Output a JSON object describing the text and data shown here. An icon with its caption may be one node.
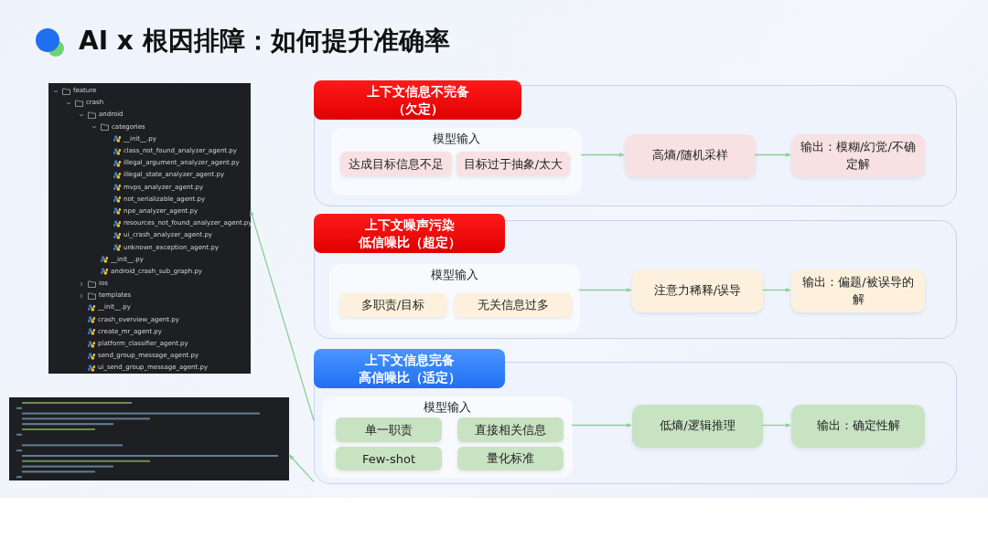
{
  "diagram": {
    "title": "AI x 根因排障：如何提升准确率",
    "nodes": [
      {
        "text": [
          "feature",
          "crash",
          "android",
          "categories",
          "__init__.py",
          "class_not_found_analyzer_agent.py",
          "illegal_argument_analyzer_agent.py",
          "illegal_state_analyzer_agent.py",
          "mvps_analyzer_agent.py",
          "not_serializable_agent.py",
          "npe_analyzer_agent.py",
          "resources_not_found_analyzer_agent.py",
          "ui_crash_analyzer_agent.py",
          "unknown_exception_agent.py",
          "__init__.py",
          "android_crash_sub_graph.py",
          "ios",
          "templates",
          "__init__.py",
          "crash_overview_agent.py",
          "create_mr_agent.py",
          "platform_classifier_agent.py",
          "send_group_message_agent.py",
          "ui_send_group_message_agent.py"
        ]
      },
      {
        "text": [],
        "shape": "picture"
      },
      {
        "text": [],
        "shape": "box"
      },
      {
        "text": [
          "上下文信息不完备",
          "（欠定）"
        ]
      },
      {
        "text": [
          "模型输入"
        ],
        "in": 2
      },
      {
        "text": [
          "达成目标信息不足"
        ],
        "in": 4
      },
      {
        "text": [
          "目标过于抽象/太大"
        ],
        "in": 4
      },
      {
        "text": [
          "高熵/随机采样"
        ],
        "in": 2
      },
      {
        "text": [
          "输出：模糊/幻觉/不确定解"
        ],
        "in": 2
      },
      {
        "text": [],
        "shape": "box"
      },
      {
        "text": [
          "上下文噪声污染",
          "低信噪比（超定）"
        ]
      },
      {
        "text": [
          "模型输入"
        ],
        "in": 9
      },
      {
        "text": [
          "多职责/目标"
        ],
        "in": 11
      },
      {
        "text": [
          "无关信息过多"
        ],
        "in": 11
      },
      {
        "text": [
          "注意力稀释/误导"
        ],
        "in": 9
      },
      {
        "text": [
          "输出：偏题/被误导的解"
        ],
        "in": 9
      },
      {
        "text": [],
        "shape": "box"
      },
      {
        "text": [
          "上下文信息完备",
          "高信噪比（适定）"
        ]
      },
      {
        "text": [
          "模型输入"
        ],
        "in": 16
      },
      {
        "text": [
          "单一职责"
        ],
        "in": 18
      },
      {
        "text": [
          "直接相关信息"
        ],
        "in": 18
      },
      {
        "text": [
          "Few-shot"
        ],
        "in": 18
      },
      {
        "text": [
          "量化标准"
        ],
        "in": 18
      },
      {
        "text": [
          "低熵/逻辑推理"
        ],
        "in": 16
      },
      {
        "text": [
          "输出：确定性解"
        ],
        "in": 16
      }
    ],
    "edges": [
      {
        "from": 4,
        "to": 7,
        "arrow": "to"
      },
      {
        "from": 7,
        "to": 8,
        "arrow": "to"
      },
      {
        "from": 11,
        "to": 14,
        "arrow": "to"
      },
      {
        "from": 14,
        "to": 15,
        "arrow": "to"
      },
      {
        "from": 18,
        "to": 23,
        "arrow": "to"
      },
      {
        "from": 23,
        "to": 24,
        "arrow": "to"
      },
      {
        "from": 16,
        "to": 0,
        "arrow": "to"
      },
      {
        "from": 16,
        "to": 1,
        "arrow": "to"
      }
    ]
  }
}
